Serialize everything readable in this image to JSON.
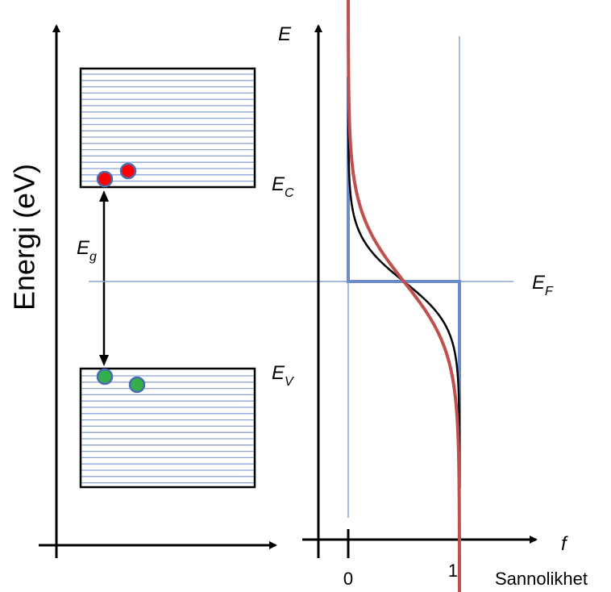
{
  "left_panel": {
    "yaxis_label": "Energi (eV)",
    "gap_label": {
      "main": "E",
      "sub": "g"
    },
    "conduction_label": {
      "main": "E",
      "sub": "C"
    },
    "valence_label": {
      "main": "E",
      "sub": "V"
    },
    "electron_color": "#ff0000",
    "hole_color": "#33b04c",
    "band_line_color": "#8ea5d6"
  },
  "right_panel": {
    "yaxis_label": "E",
    "xaxis_label": "f",
    "xaxis_title": "Sannolikhet",
    "fermi_label": {
      "main": "E",
      "sub": "F"
    },
    "ticks": [
      "0",
      "1"
    ],
    "step_color": "#6b8cc8",
    "fermi_line_color": "#8aa4d4",
    "curve_sharp_color": "#000000",
    "curve_broad_color": "#c0504d"
  }
}
